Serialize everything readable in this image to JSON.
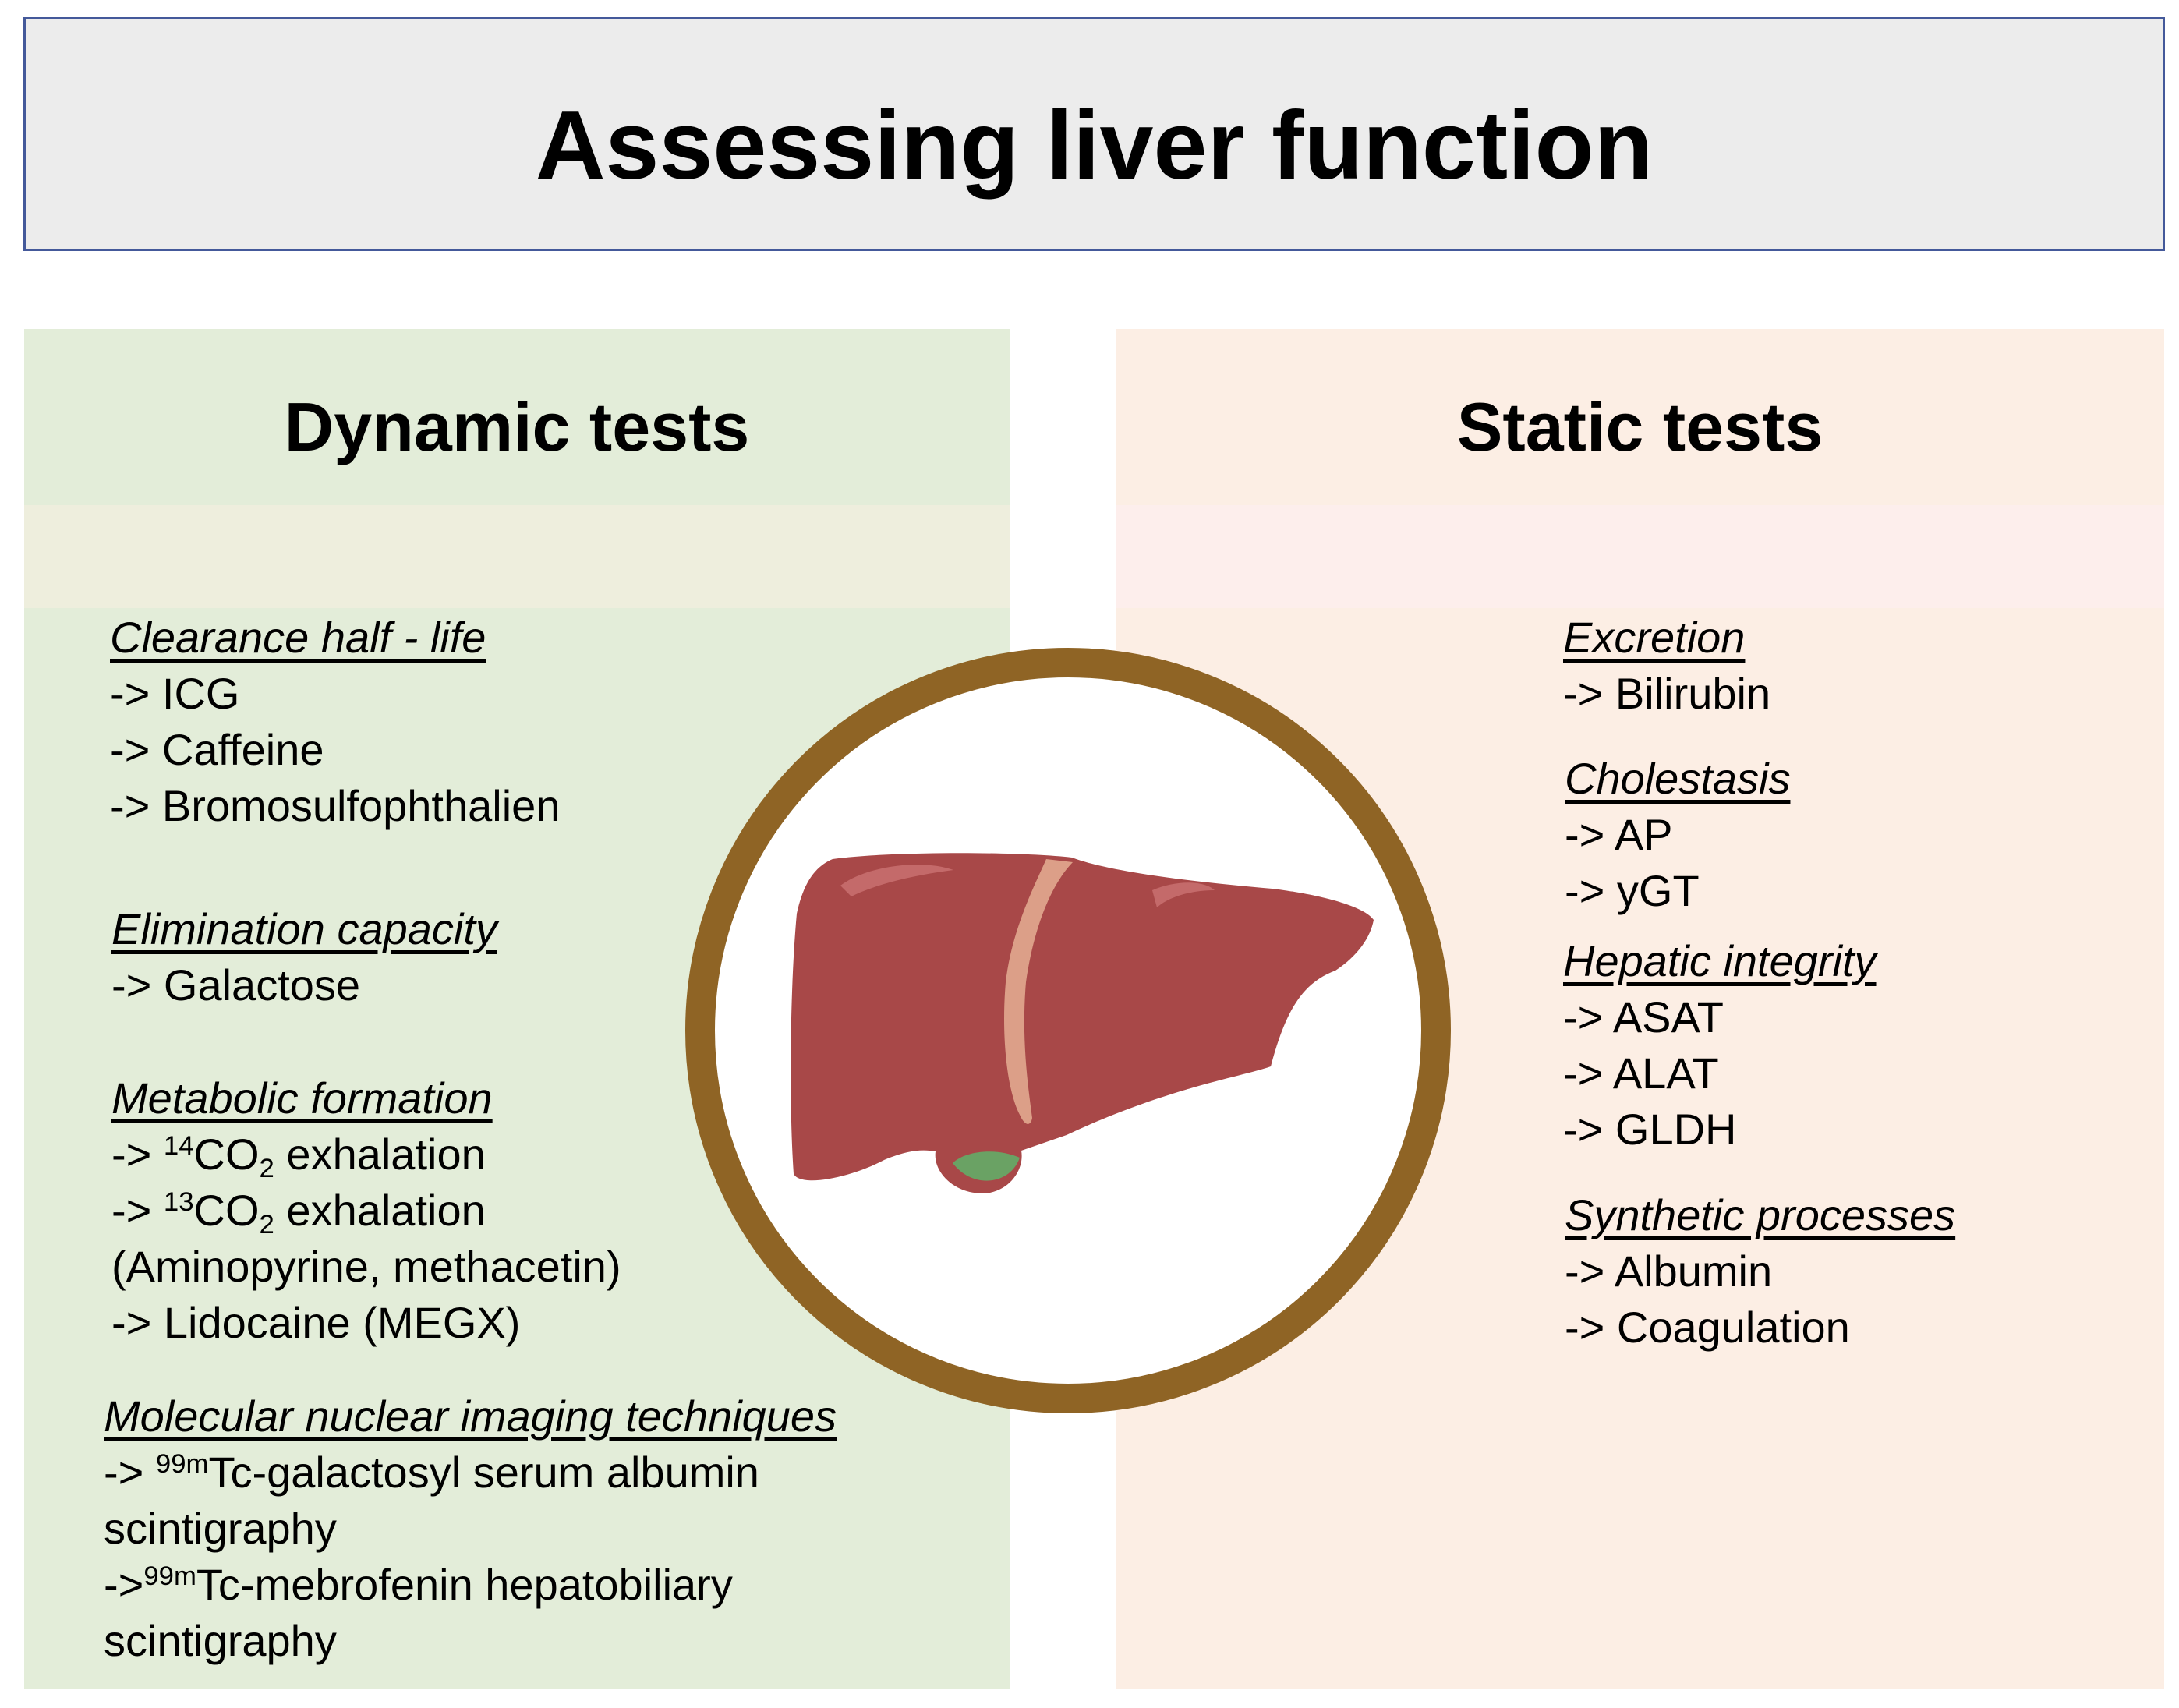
{
  "title": "Assessing liver function",
  "dynamic": {
    "heading": "Dynamic tests",
    "clearance": {
      "title": "Clearance half - life",
      "items": [
        "-> ICG",
        "-> Caffeine",
        "-> Bromosulfophthalien"
      ]
    },
    "elimination": {
      "title": "Elimination capacity",
      "items": [
        "-> Galactose"
      ]
    },
    "metabolic": {
      "title": "Metabolic formation",
      "co2_14": {
        "prefix": "-> ",
        "isotope": "14",
        "molecule": "CO",
        "sub": "2",
        "suffix": " exhalation"
      },
      "co2_13": {
        "prefix": "-> ",
        "isotope": "13",
        "molecule": "CO",
        "sub": "2",
        "suffix": " exhalation"
      },
      "note": "(Aminopyrine, methacetin)",
      "lidocaine": "-> Lidocaine (MEGX)"
    },
    "nuclear": {
      "title": "Molecular nuclear imaging techniques",
      "item1": {
        "prefix": "-> ",
        "isotope": "99m",
        "text": "Tc-galactosyl serum albumin",
        "cont": "scintigraphy"
      },
      "item2": {
        "prefix": "->",
        "isotope": "99m",
        "text": "Tc-mebrofenin hepatobiliary",
        "cont": "scintigraphy"
      }
    }
  },
  "static": {
    "heading": "Static tests",
    "excretion": {
      "title": "Excretion",
      "items": [
        "-> Bilirubin"
      ]
    },
    "cholestasis": {
      "title": "Cholestasis",
      "items": [
        "-> AP",
        "-> yGT"
      ]
    },
    "integrity": {
      "title": "Hepatic integrity",
      "items": [
        "-> ASAT",
        "-> ALAT",
        "-> GLDH"
      ]
    },
    "synthetic": {
      "title": "Synthetic processes",
      "items": [
        "-> Albumin",
        "-> Coagulation"
      ]
    }
  },
  "colors": {
    "title_border": "#44599a",
    "title_bg": "#ececec",
    "dynamic_bg": "#e3edd9",
    "static_bg": "#fceee4",
    "ring": "#8f6425",
    "liver": "#a84848",
    "ligament": "#dc9f88",
    "gallbladder": "#6aa264"
  }
}
